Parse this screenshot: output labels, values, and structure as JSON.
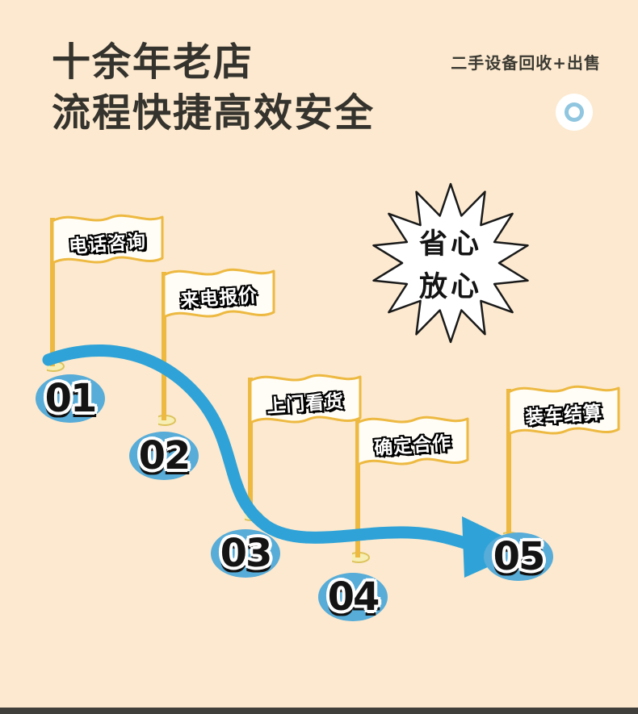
{
  "page": {
    "background_color": "#fce9cf",
    "bottom_bar_color": "#413f3c"
  },
  "header": {
    "title_line1": "十余年老店",
    "title_line2": "流程快捷高效安全",
    "tagline": "二手设备回收+出售",
    "icon": "ring-icon"
  },
  "starburst": {
    "line1": "省心",
    "line2": "放心"
  },
  "steps": [
    {
      "number": "01",
      "label": "电话咨询"
    },
    {
      "number": "02",
      "label": "来电报价"
    },
    {
      "number": "03",
      "label": "上门看货"
    },
    {
      "number": "04",
      "label": "确定合作"
    },
    {
      "number": "05",
      "label": "装车结算"
    }
  ],
  "colors": {
    "arrow_blue": "#2fa3d8",
    "badge_blue": "#57acd8",
    "flag_yellow": "#edb941",
    "title_color": "#35332d",
    "burst_outline": "#1a1a1a"
  }
}
